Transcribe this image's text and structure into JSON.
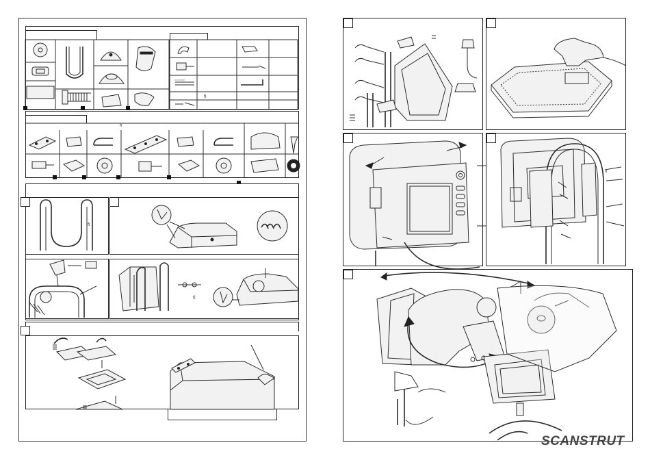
{
  "left_page": {
    "hardware_section": {
      "note_mark": "fi",
      "parts_table": [
        {
          "name": "screws-long",
          "note": "◦◦◦◦◦◦"
        },
        {
          "name": "screwdriver",
          "note": "fi"
        },
        {
          "name": "hex-key",
          "note": ""
        }
      ]
    },
    "mount_section": {
      "note_mark": "fi"
    },
    "install_steps": [
      {
        "id": "1",
        "label": ""
      },
      {
        "id": "2",
        "label": ""
      },
      {
        "id": "3",
        "label": ""
      },
      {
        "id": "4",
        "label": ""
      }
    ],
    "pipe_note": "fi"
  },
  "right_page": {
    "steps": [
      {
        "id": "5",
        "label": ""
      },
      {
        "id": "6",
        "label": ""
      },
      {
        "id": "7",
        "label": ""
      },
      {
        "id": "8",
        "label": ""
      },
      {
        "id": "9",
        "label": ""
      }
    ],
    "brand": "SCANSTRUT"
  },
  "colors": {
    "line": "#222222",
    "paper": "#ffffff",
    "brand_text": "#444444"
  }
}
